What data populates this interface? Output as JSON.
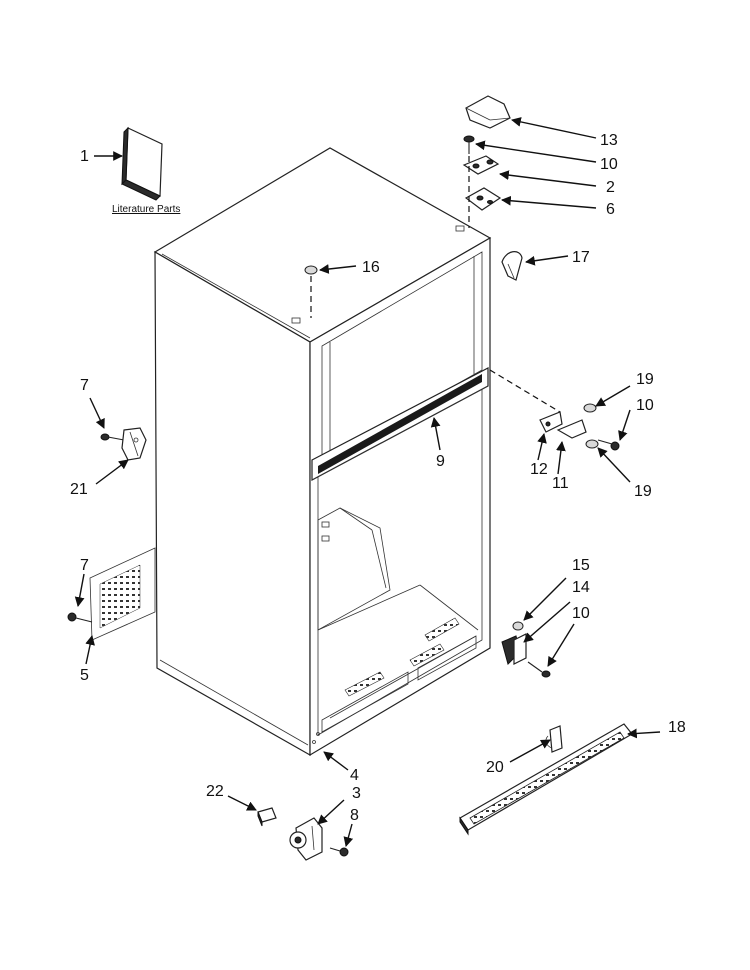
{
  "literature_caption": "Literature Parts",
  "callouts": [
    "1",
    "13",
    "10",
    "2",
    "6",
    "17",
    "16",
    "7",
    "21",
    "9",
    "19",
    "10",
    "12",
    "11",
    "19",
    "7",
    "5",
    "15",
    "14",
    "10",
    "4",
    "3",
    "8",
    "22",
    "20",
    "18"
  ]
}
